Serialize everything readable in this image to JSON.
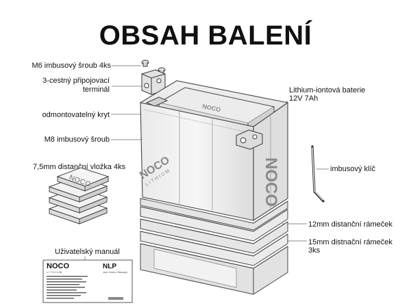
{
  "title": "OBSAH BALENÍ",
  "labels": {
    "m6_screws": "M6 imbusový šroub 4ks",
    "terminal_line1": "3-cestný připojovací",
    "terminal_line2": "terminál",
    "cover": "odmontovatelný kryt",
    "m8_screw": "M8 imbusový šroub",
    "spacer_pads": "7,5mm distanční vložka 4ks",
    "manual": "Uživatelský manuál",
    "battery_line1": "Lithium-iontová baterie",
    "battery_line2": "12V 7Ah",
    "hex_key": "imbusový klíč",
    "frame_12mm": "12mm distanční rámeček",
    "frame_15mm_line1": "15mm distnační rámeček",
    "frame_15mm_line2": "3ks"
  },
  "battery_brand": "NOCO",
  "battery_sub": "LITHIUM",
  "pad_brand": "NOCO",
  "manual_card": {
    "brand": "NOCO",
    "brand_sub": "LITHIUM",
    "model": "NLP",
    "subtitle": "User Guide & Warranty"
  }
}
